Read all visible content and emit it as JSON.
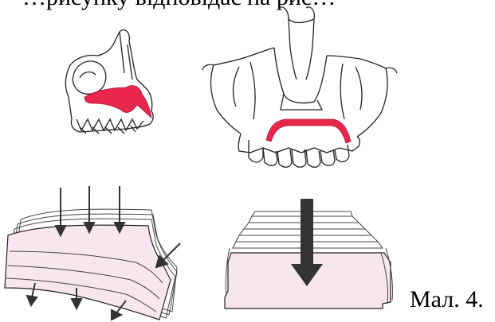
{
  "header_fragment": "…рисунку відповідає на рис…",
  "caption": "Мал. 4.",
  "colors": {
    "palate_highlight": "#e8264e",
    "layer_fill": "#f8e6ee",
    "line": "#222222",
    "arrow": "#333333"
  },
  "panels": {
    "skull_lateral": "lateral-skull-view",
    "skull_frontal": "frontal-skull-view",
    "bent_layers": "bent-layer-stack",
    "compressed_layers": "compressed-layer-stack"
  }
}
